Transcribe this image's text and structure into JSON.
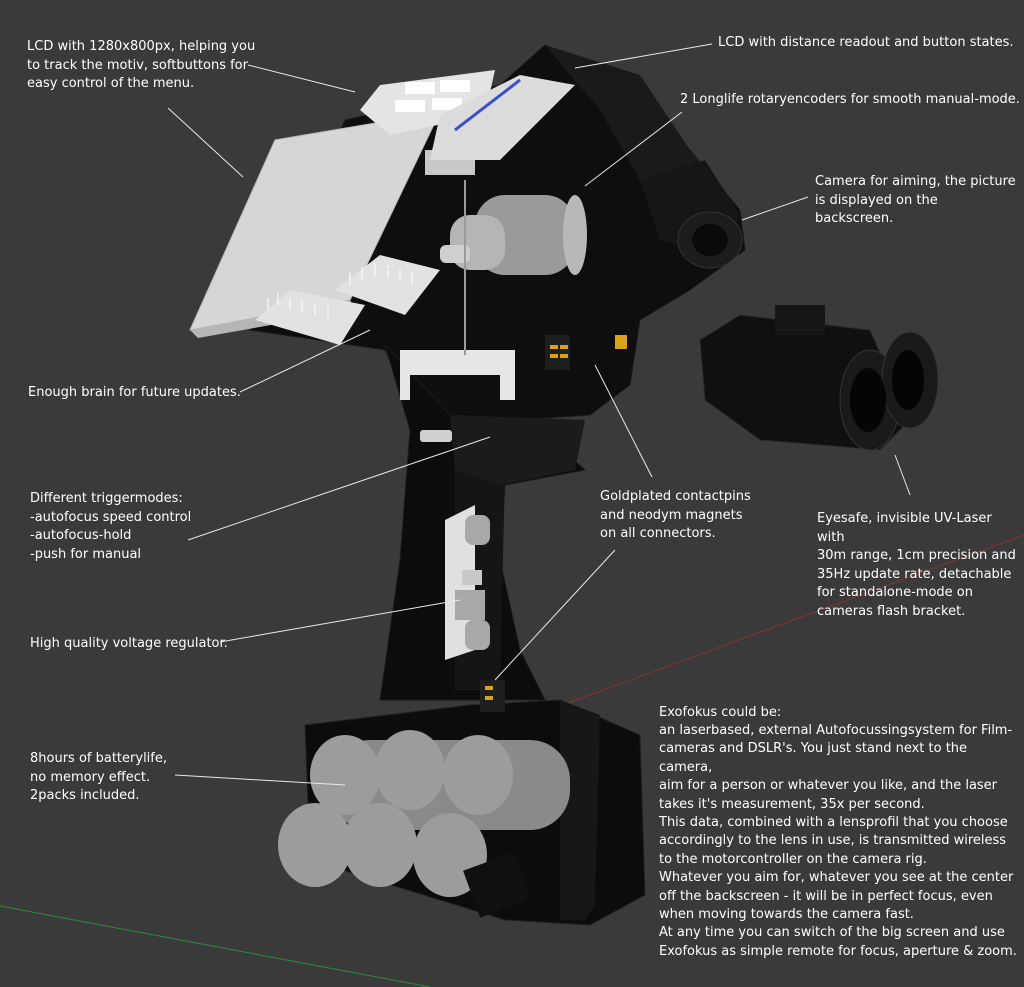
{
  "colors": {
    "background": "#3a3a3a",
    "device_body": "#0e0e0e",
    "parts_light": "#d8d8d8",
    "parts_grey": "#9a9a9a",
    "gold": "#d9a21b",
    "screen_accent": "#3b4fc7",
    "leader_lines": "#e8e8e8"
  },
  "labels": {
    "lcd_main": "LCD with 1280x800px, helping you\nto track the motiv, softbuttons for\neasy control of the menu.",
    "lcd_small": "LCD with distance readout and button states.",
    "encoders": "2 Longlife rotaryencoders for smooth manual-mode.",
    "camera": "Camera for aiming, the picture\nis displayed on the backscreen.",
    "brain": "Enough brain for future updates.",
    "triggers": "Different triggermodes:\n-autofocus speed control\n-autofocus-hold\n-push for manual",
    "pins": "Goldplated contactpins\nand neodym magnets\non all connectors.",
    "laser": "Eyesafe, invisible UV-Laser with\n30m range, 1cm precision and\n35Hz update rate, detachable\nfor standalone-mode on\ncameras flash bracket.",
    "regulator": "High quality voltage regulator.",
    "battery": "8hours of batterylife,\nno memory effect.\n2packs included."
  },
  "description": {
    "heading": "Exofokus could be:",
    "body": "an laserbased, external Autofocussingsystem for Film-\ncameras and DSLR's. You just stand next to the camera,\naim for a person or whatever you like, and the laser\ntakes it's measurement, 35x per second.\nThis data, combined with a lensprofil that you choose\naccordingly to the lens in use, is transmitted wireless\nto the motorcontroller on the camera rig.\nWhatever you aim for, whatever you see at the center\noff the backscreen - it will be in perfect focus, even\nwhen moving towards the camera fast.\nAt any time you can switch of the big screen and use\nExofokus as simple remote for focus, aperture & zoom."
  }
}
